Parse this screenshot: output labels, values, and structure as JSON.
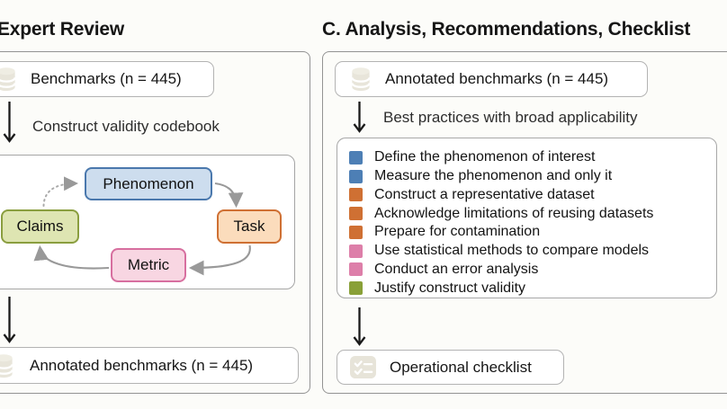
{
  "left_panel": {
    "title": "Expert Review",
    "source_box": {
      "label": "Benchmarks (n = 445)",
      "icon": "database-icon"
    },
    "step_label": "Construct validity codebook",
    "cycle": {
      "nodes": [
        {
          "id": "phenomenon",
          "label": "Phenomenon",
          "fill": "#cdddee",
          "border": "#4a78ad"
        },
        {
          "id": "task",
          "label": "Task",
          "fill": "#fbdcbc",
          "border": "#cf7033"
        },
        {
          "id": "metric",
          "label": "Metric",
          "fill": "#f8d6e2",
          "border": "#d76f9f"
        },
        {
          "id": "claims",
          "label": "Claims",
          "fill": "#dee5b2",
          "border": "#8a9e3f"
        }
      ],
      "edges": [
        "phenomenon -> task",
        "task -> metric",
        "metric -> claims",
        "claims -> phenomenon (dotted)"
      ]
    },
    "result_box": {
      "label": "Annotated benchmarks (n = 445)",
      "icon": "database-icon"
    }
  },
  "right_panel": {
    "title": "C. Analysis, Recommendations, Checklist",
    "source_box": {
      "label": "Annotated benchmarks (n = 445)",
      "icon": "database-icon"
    },
    "step_label": "Best practices with broad applicability",
    "items": [
      {
        "label": "Define the phenomenon of interest",
        "color": "#4d7fb5"
      },
      {
        "label": "Measure the phenomenon and only it",
        "color": "#4d7fb5"
      },
      {
        "label": "Construct a representative dataset",
        "color": "#cf7033"
      },
      {
        "label": "Acknowledge limitations of reusing datasets",
        "color": "#cf7033"
      },
      {
        "label": "Prepare for contamination",
        "color": "#cf7033"
      },
      {
        "label": "Use statistical methods to compare models",
        "color": "#dd7fa9"
      },
      {
        "label": "Conduct an error analysis",
        "color": "#dd7fa9"
      },
      {
        "label": "Justify construct validity",
        "color": "#89a038"
      }
    ],
    "result_box": {
      "label": "Operational checklist",
      "icon": "checklist-icon"
    }
  },
  "colors": {
    "page_background": "#fcfcf9",
    "panel_border": "#939393",
    "box_border": "#b3b3b3",
    "cycle_arrow_gray": "#999999",
    "black_arrow": "#1a1a1a",
    "icon_beige": "#e8e5da"
  }
}
